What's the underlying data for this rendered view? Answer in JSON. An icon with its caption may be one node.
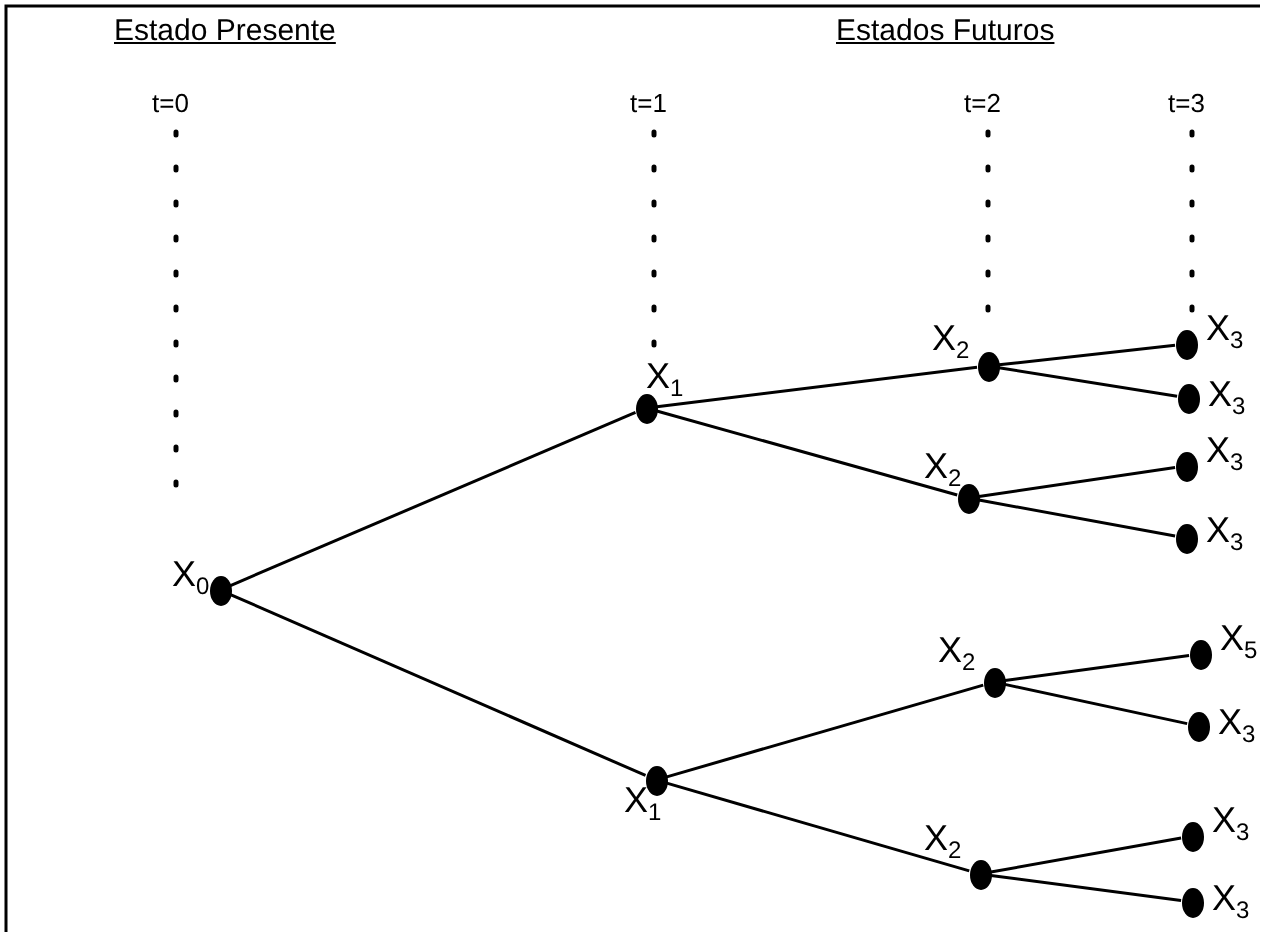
{
  "diagram": {
    "nodes": [
      {
        "text": [],
        "shape": "circle",
        "beside": [
          "X$_{0}$"
        ]
      },
      {
        "text": [],
        "shape": "circle",
        "beside": [
          "X$_{1}$"
        ]
      },
      {
        "text": [],
        "shape": "circle",
        "beside": [
          "X$_{1}$"
        ]
      },
      {
        "text": [],
        "shape": "circle",
        "beside": [
          "X$_{2}$"
        ]
      },
      {
        "text": [],
        "shape": "circle",
        "beside": [
          "X$_{2}$"
        ]
      },
      {
        "text": [],
        "shape": "circle",
        "beside": [
          "X$_{2}$"
        ]
      },
      {
        "text": [],
        "shape": "circle",
        "beside": [
          "X$_{2}$"
        ]
      },
      {
        "text": [],
        "shape": "circle",
        "beside": [
          "X$_{3}$"
        ]
      },
      {
        "text": [],
        "shape": "circle",
        "beside": [
          "X$_{3}$"
        ]
      },
      {
        "text": [],
        "shape": "circle",
        "beside": [
          "X$_{3}$"
        ]
      },
      {
        "text": [],
        "shape": "circle",
        "beside": [
          "X$_{3}$"
        ]
      },
      {
        "text": [],
        "shape": "circle",
        "beside": [
          "X$_{5}$"
        ]
      },
      {
        "text": [],
        "shape": "circle",
        "beside": [
          "X$_{3}$"
        ]
      },
      {
        "text": [],
        "shape": "circle",
        "beside": [
          "X$_{3}$"
        ]
      },
      {
        "text": [],
        "shape": "circle",
        "beside": [
          "X$_{3}$"
        ]
      }
    ],
    "edges": [
      {
        "from": 0,
        "to": 1,
        "arrow": "none"
      },
      {
        "from": 0,
        "to": 2,
        "arrow": "none"
      },
      {
        "from": 1,
        "to": 3,
        "arrow": "none"
      },
      {
        "from": 1,
        "to": 4,
        "arrow": "none"
      },
      {
        "from": 2,
        "to": 5,
        "arrow": "none"
      },
      {
        "from": 2,
        "to": 6,
        "arrow": "none"
      },
      {
        "from": 3,
        "to": 7,
        "arrow": "none"
      },
      {
        "from": 3,
        "to": 8,
        "arrow": "none"
      },
      {
        "from": 4,
        "to": 9,
        "arrow": "none"
      },
      {
        "from": 4,
        "to": 10,
        "arrow": "none"
      },
      {
        "from": 5,
        "to": 11,
        "arrow": "none"
      },
      {
        "from": 5,
        "to": 12,
        "arrow": "none"
      },
      {
        "from": 6,
        "to": 13,
        "arrow": "none"
      },
      {
        "from": 6,
        "to": 14,
        "arrow": "none"
      }
    ],
    "labels": [
      "Estado Presente",
      "Estados Futuros",
      "t=0",
      "t=1",
      "t=2",
      "t=3"
    ]
  }
}
